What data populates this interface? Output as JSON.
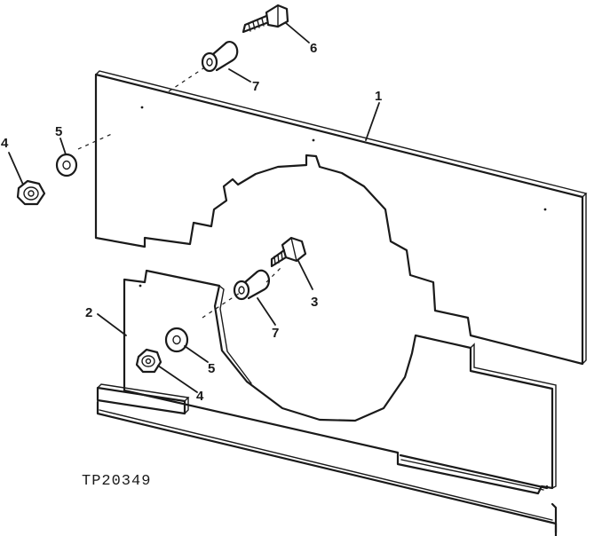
{
  "callouts": {
    "plate_upper": "1",
    "plate_lower": "2",
    "bolt_lower": "3",
    "nut_left": "4",
    "nut_lower": "4",
    "washer_left": "5",
    "washer_lower": "5",
    "bolt_upper": "6",
    "spacer_upper": "7",
    "spacer_lower": "7"
  },
  "figure_id": "TP20349"
}
